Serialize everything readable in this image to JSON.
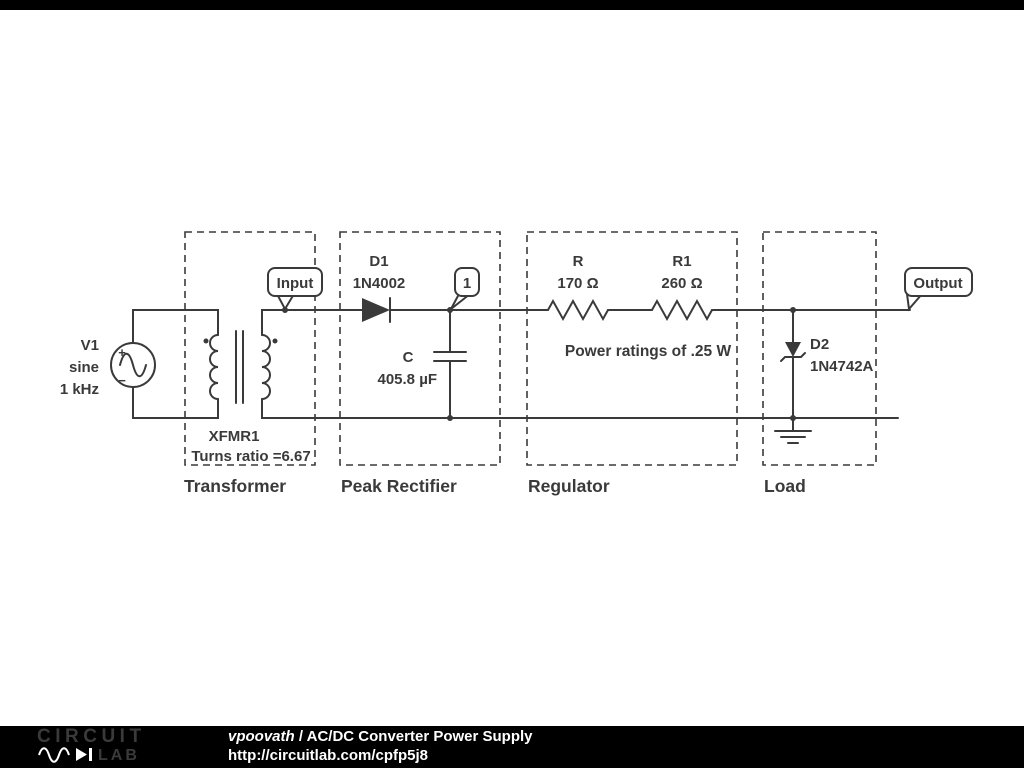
{
  "colors": {
    "ink": "#3a3a3a",
    "bar": "#000000"
  },
  "schematic": {
    "source": {
      "name": "V1",
      "waveform": "sine",
      "frequency": "1 kHz",
      "plus": "+",
      "minus": "−"
    },
    "transformer": {
      "name": "XFMR1",
      "turns_ratio": "Turns ratio =6.67"
    },
    "diode_d1": {
      "name": "D1",
      "part": "1N4002"
    },
    "capacitor": {
      "name": "C",
      "value": "405.8 µF"
    },
    "node_flag": "1",
    "resistor_r": {
      "name": "R",
      "value": "170 Ω"
    },
    "resistor_r1": {
      "name": "R1",
      "value": "260 Ω"
    },
    "power_note": "Power ratings of .25 W",
    "zener_d2": {
      "name": "D2",
      "part": "1N4742A"
    },
    "flags": {
      "input": "Input",
      "output": "Output"
    },
    "sections": {
      "transformer": "Transformer",
      "rectifier": "Peak Rectifier",
      "regulator": "Regulator",
      "load": "Load"
    }
  },
  "footer": {
    "logo_line1": "CIRCUIT",
    "logo_line2": "LAB",
    "username": "vpoovath",
    "separator": " / ",
    "title": "AC/DC Converter Power Supply",
    "url": "http://circuitlab.com/cpfp5j8"
  }
}
